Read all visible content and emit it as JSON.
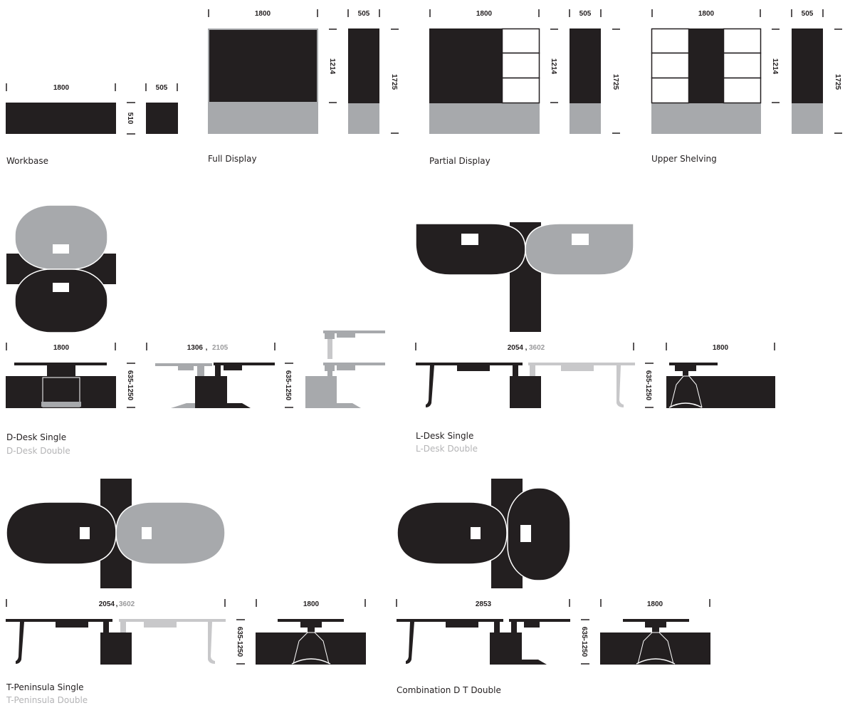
{
  "colors": {
    "dark": "#231f20",
    "grey": "#a7a9ac",
    "light_grey": "#b4b4b6",
    "background": "#ffffff"
  },
  "storage": {
    "workbase": {
      "label": "Workbase",
      "width": "1800",
      "depth": "505",
      "height": "510"
    },
    "full_display": {
      "label": "Full Display",
      "width": "1800",
      "depth": "505",
      "height_upper": "1214",
      "height_total": "1725"
    },
    "partial_display": {
      "label": "Partial Display",
      "width": "1800",
      "depth": "505",
      "height_upper": "1214",
      "height_total": "1725"
    },
    "upper_shelving": {
      "label": "Upper Shelving",
      "width": "1800",
      "depth": "505",
      "height_upper": "1214",
      "height_total": "1725"
    }
  },
  "desks": {
    "d_desk": {
      "label_single": "D-Desk Single",
      "label_double": "D-Desk Double",
      "front_width": "1800",
      "side_width_single": "1306",
      "side_width_double": "2105",
      "height_range": "635-1250"
    },
    "l_desk": {
      "label_single": "L-Desk Single",
      "label_double": "L-Desk Double",
      "width_single": "2054",
      "width_double": "3602",
      "side_width": "1800",
      "height_range": "635-1250"
    },
    "t_peninsula": {
      "label_single": "T-Peninsula Single",
      "label_double": "T-Peninsula Double",
      "width_single": "2054",
      "width_double": "3602",
      "side_width": "1800",
      "height_range": "635-1250"
    },
    "combination": {
      "label": "Combination D T Double",
      "width": "2853",
      "side_width": "1800",
      "height_range": "635-1250"
    }
  }
}
